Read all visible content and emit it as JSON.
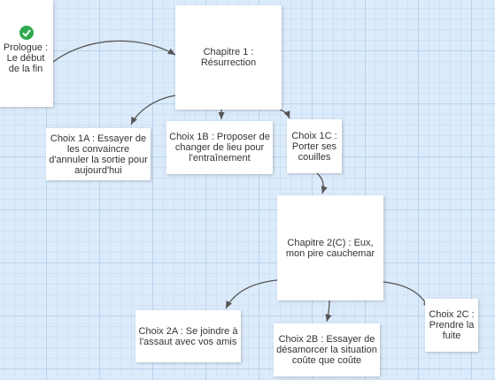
{
  "nodes": {
    "prologue": "Prologue : Le début de la fin",
    "chapitre1": "Chapitre 1 : Résurrection",
    "choix1a": "Choix 1A : Essayer de les convaincre d'annuler la sortie pour aujourd'hui",
    "choix1b": "Choix 1B : Proposer de changer de lieu pour l'entraînement",
    "choix1c": "Choix 1C : Porter ses couilles",
    "chapitre2c": "Chapitre 2(C) : Eux, mon pire cauchemar",
    "choix2a": "Choix 2A : Se joindre à l'assaut avec vos amis",
    "choix2b": "Choix 2B : Essayer de désamorcer la situation coûte que coûte",
    "choix2c": "Choix 2C : Prendre la fuite"
  },
  "status_icon": "check-icon",
  "colors": {
    "canvas": "#dcebfb",
    "grid": "#b9d3ef",
    "edge": "#555555",
    "check": "#2fa84f"
  }
}
